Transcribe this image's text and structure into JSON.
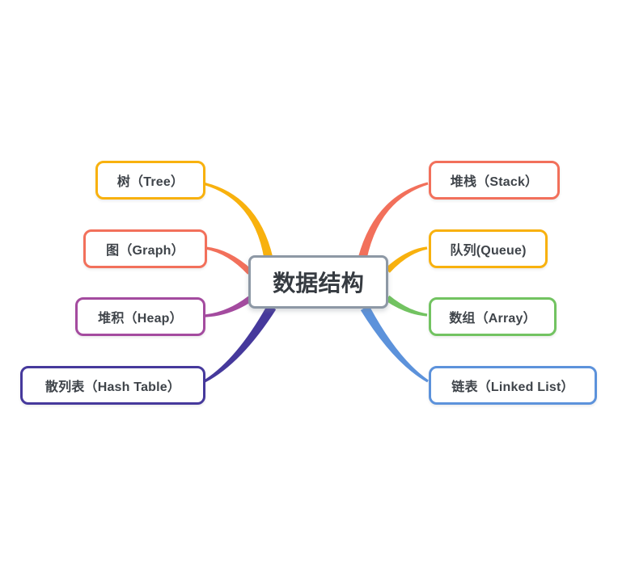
{
  "canvas": {
    "background": "#FFFFFF"
  },
  "diagram": {
    "center": {
      "label": "数据结构",
      "border_color": "#8D98A5",
      "text_color": "#363B41"
    },
    "branches": [
      {
        "id": "tree",
        "label": "树（Tree）",
        "color": "#F8B10E",
        "side": "left"
      },
      {
        "id": "graph",
        "label": "图（Graph）",
        "color": "#F2705B",
        "side": "left"
      },
      {
        "id": "heap",
        "label": "堆积（Heap）",
        "color": "#A44B9F",
        "side": "left"
      },
      {
        "id": "hash-table",
        "label": "散列表（Hash Table）",
        "color": "#46399C",
        "side": "left"
      },
      {
        "id": "stack",
        "label": "堆栈（Stack）",
        "color": "#F2705B",
        "side": "right"
      },
      {
        "id": "queue",
        "label": "队列(Queue)",
        "color": "#F8B10E",
        "side": "right"
      },
      {
        "id": "array",
        "label": "数组（Array）",
        "color": "#72C361",
        "side": "right"
      },
      {
        "id": "linked-list",
        "label": "链表（Linked List）",
        "color": "#5C92DB",
        "side": "right"
      }
    ]
  }
}
